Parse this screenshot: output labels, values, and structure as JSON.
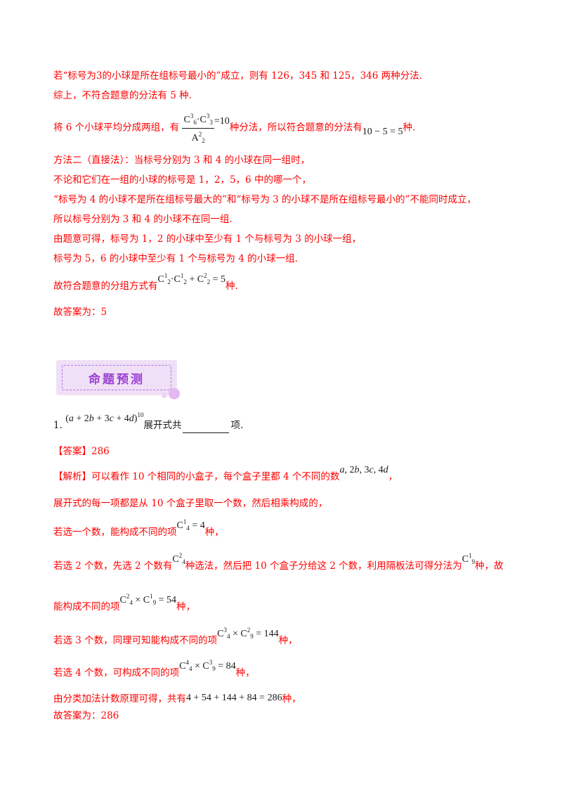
{
  "lines": {
    "l1": "若“标号为3的小球是所在组标号最小的”成立，则有 126，345 和 125，346 两种分法.",
    "l2": "综上，不符合题意的分法有 5 种.",
    "l3_pre": "将 6 个小球平均分成两组，有",
    "l3_mid": "种分法，所以符合题意的分法有",
    "l3_post": "种.",
    "l4": "方法二（直接法）：当标号分别为 3 和 4 的小球在同一组时，",
    "l5": "不论和它们在一组的小球的标号是 1，2，5，6 中的哪一个，",
    "l6": "“标号为 4 的小球不是所在组标号最大的”和“标号为 3 的小球不是所在组标号最小的”不能同时成立，",
    "l7": "所以标号分别为 3 和 4 的小球不在同一组.",
    "l8": "由题意可得，标号为 1，2 的小球中至少有 1 个与标号为 3 的小球一组，",
    "l9": "标号为 5，6 的小球中至少有 1 个与标号为 4 的小球一组.",
    "l10_pre": "故符合题意的分组方式有",
    "l10_post": "种.",
    "l11": "故答案为：5"
  },
  "banner": {
    "title": "命题预测"
  },
  "question": {
    "number": "1.",
    "post": "展开式共",
    "tail": "项."
  },
  "answer": {
    "l1": "【答案】286",
    "l2_pre": "【解析】可以看作 10 个相同的小盒子，每个盒子里都 4 个不同的数",
    "l2_post": "，",
    "l3": "展开式的每一项都是从 10 个盒子里取一个数，然后相乘构成的，",
    "l4_pre": "若选一个数，能构成不同的项",
    "l4_post": "种，",
    "l5_pre": "若选 2 个数，先选 2 个数有",
    "l5_mid": "种选法，然后把 10 个盒子分给这 2 个数，利用隔板法可得分法为",
    "l5_post": "种，故",
    "l6_pre": "能构成不同的项",
    "l6_post": "种，",
    "l7_pre": "若选 3 个数，同理可知能构成不同的项",
    "l7_post": "种，",
    "l8_pre": "若选 4 个数，可构成不同的项",
    "l8_post": "种，",
    "l9_pre": "由分类加法计数原理可得，共有",
    "l9_post": "种，",
    "l10": "故答案为：286"
  }
}
